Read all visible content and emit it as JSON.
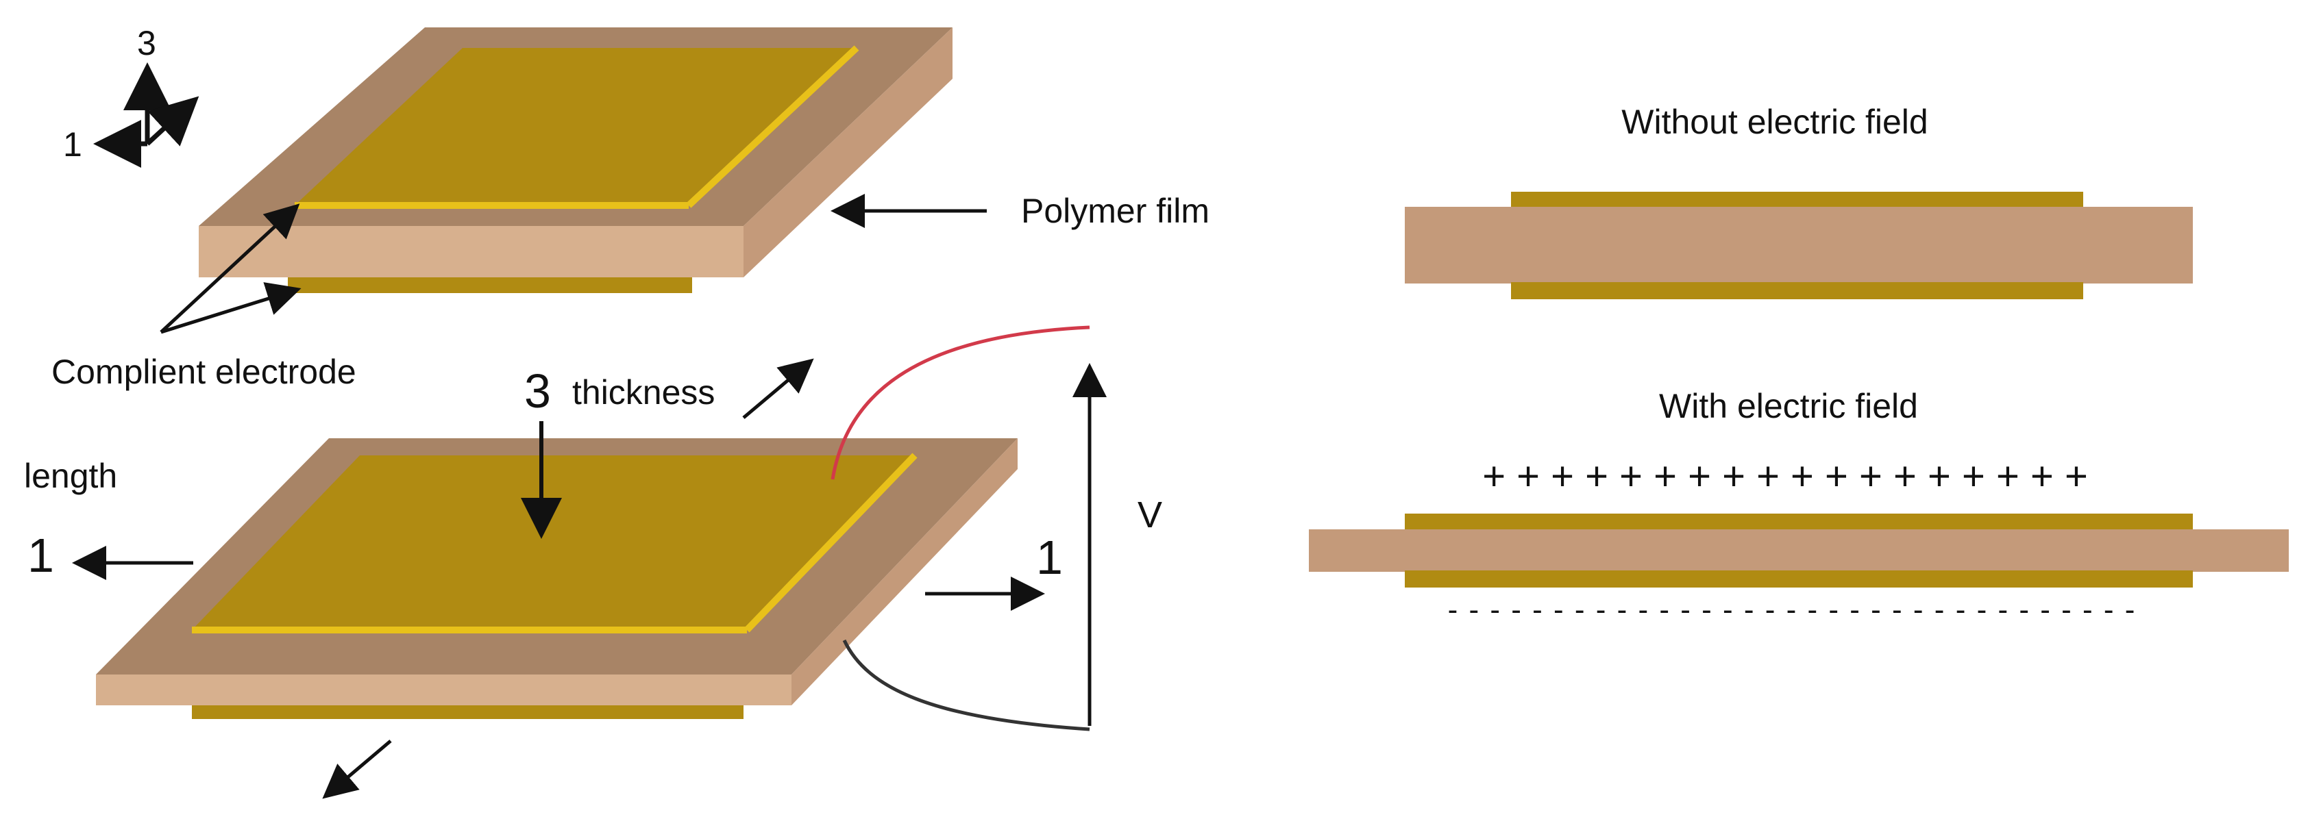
{
  "colors": {
    "film_face": "#c49a7a",
    "film_top": "#a88466",
    "film_side": "#d7b08e",
    "electrode": "#b08b12",
    "electrode_edge": "#e8c11a",
    "wire_red": "#d23a4a",
    "wire_dark": "#333333",
    "ink": "#111111"
  },
  "axes_legend": {
    "axis_3": "3",
    "axis_1": "1"
  },
  "top_device": {
    "polymer_label": "Polymer film",
    "electrode_label": "Complient electrode"
  },
  "bottom_device": {
    "thickness_label": "thickness",
    "thickness_number": "3",
    "length_label": "length",
    "length_number": "1",
    "right_number": "1",
    "voltage_label": "V"
  },
  "right_panel": {
    "without_title": "Without electric field",
    "with_title": "With electric field",
    "plus_signs": "+ + + + + + + + + + + + + + + + + +",
    "minus_signs": "- - - - - - - - - - - - - - - - - - - - - - - - - - - - - - - - -"
  }
}
